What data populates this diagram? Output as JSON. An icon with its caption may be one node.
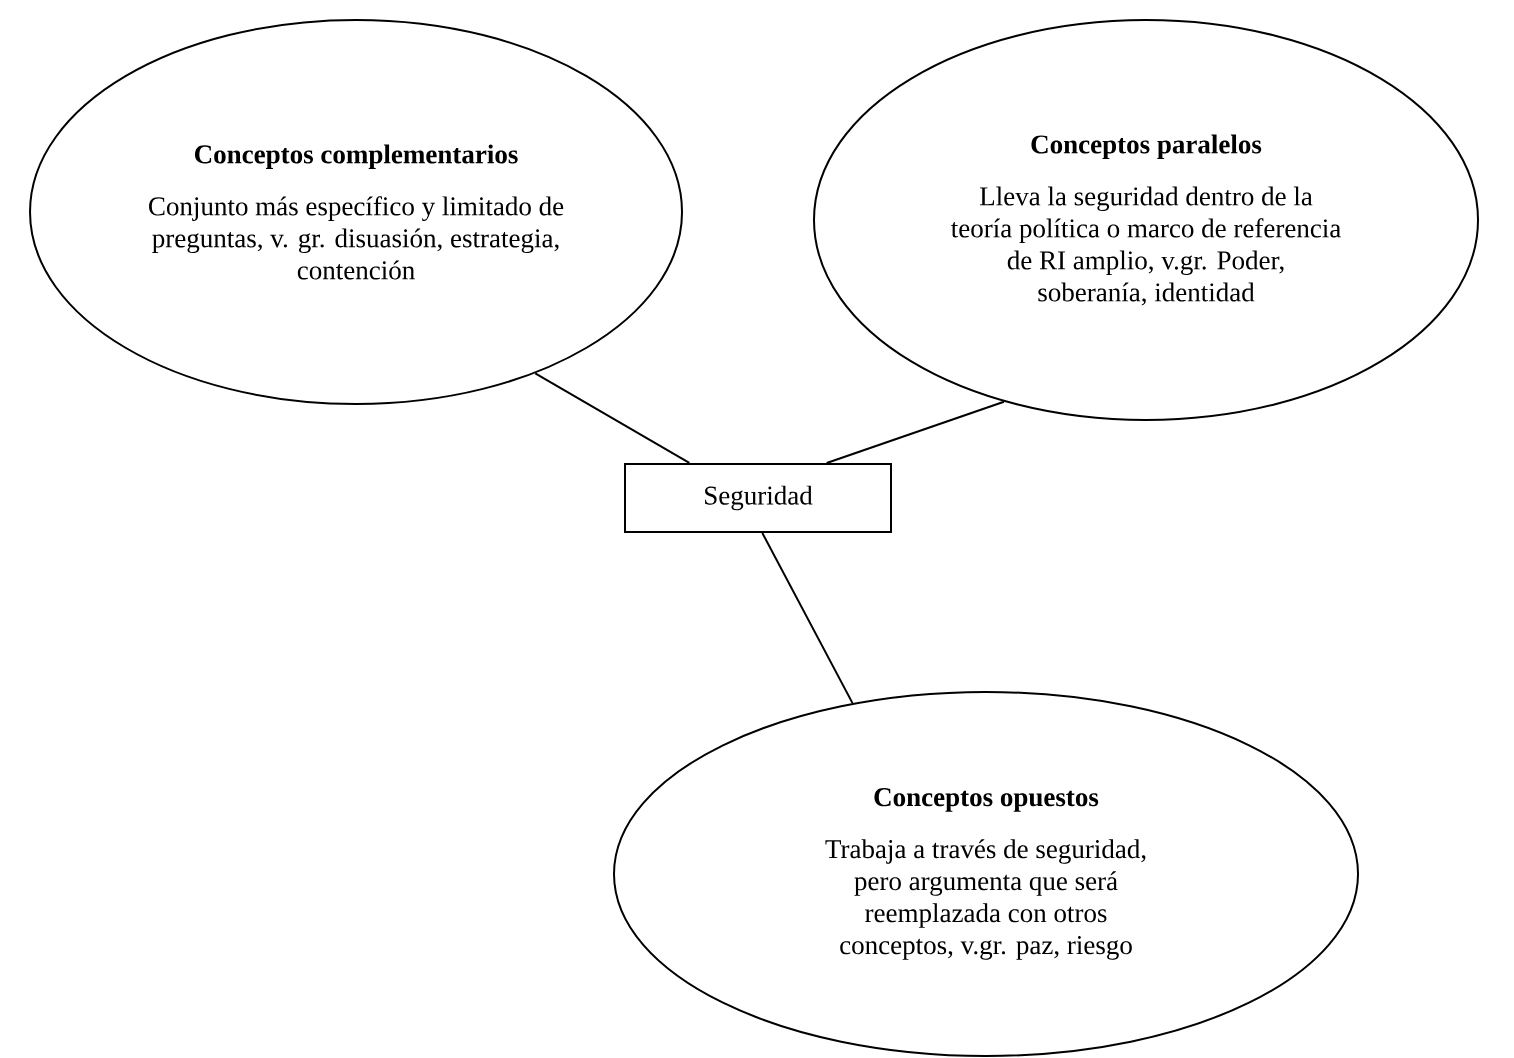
{
  "diagram": {
    "nodes": [
      {
        "text": [
          "Conceptos complementarios",
          "Conjunto más específico y limitado de preguntas, v. gr. disuasión, estrategia, contención"
        ]
      },
      {
        "text": [
          "Conceptos paralelos",
          "Lleva la seguridad dentro de la teoría política o marco de referencia de RI amplio, v.gr. Poder, soberanía, identidad"
        ]
      },
      {
        "text": [
          "Seguridad"
        ]
      },
      {
        "text": [
          "Conceptos opuestos",
          "Trabaja a través de seguridad, pero argumenta que será reemplazada con otros conceptos, v.gr. paz, riesgo"
        ]
      }
    ],
    "edges": [
      {
        "from": 2,
        "to": 0,
        "arrow": "none"
      },
      {
        "from": 2,
        "to": 1,
        "arrow": "none"
      },
      {
        "from": 2,
        "to": 3,
        "arrow": "none"
      }
    ]
  }
}
